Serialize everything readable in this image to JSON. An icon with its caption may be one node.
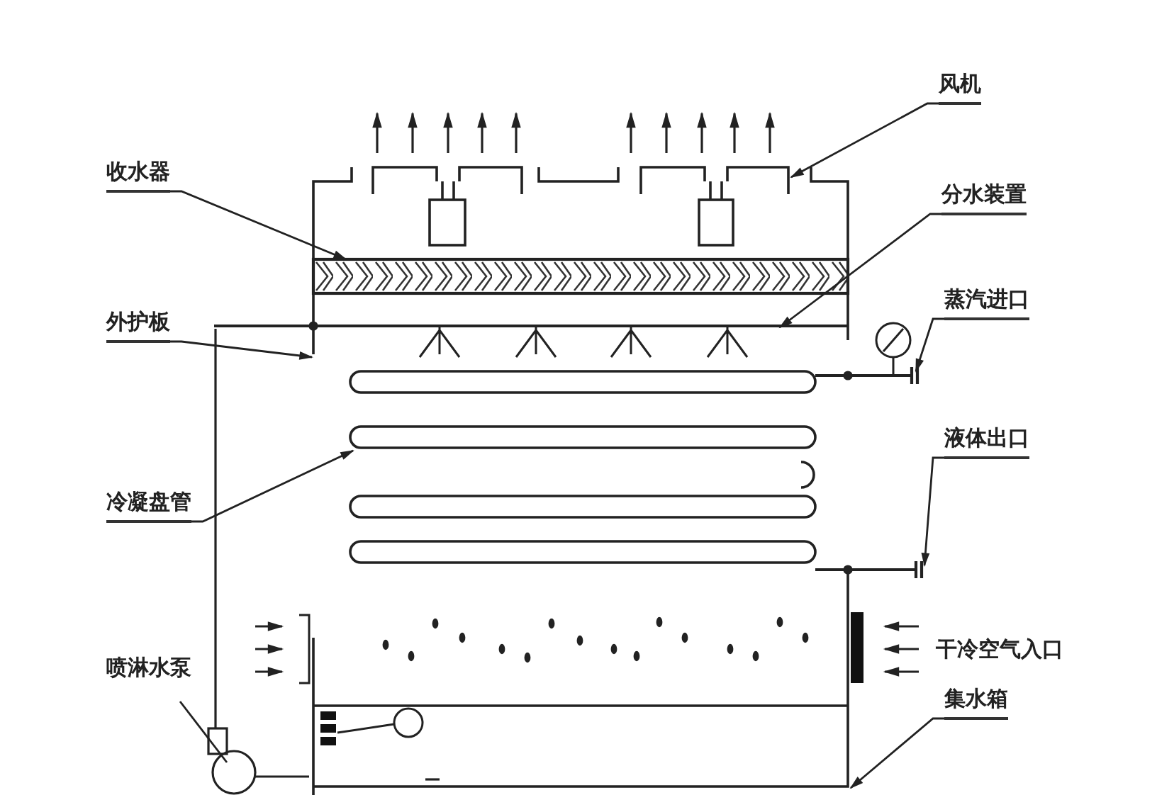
{
  "diagram": {
    "nodes": [
      {
        "text": [
          "风机"
        ]
      },
      {
        "text": [
          "收水器"
        ]
      },
      {
        "text": [
          "分水装置"
        ]
      },
      {
        "text": [
          "外护板"
        ]
      },
      {
        "text": [
          "蒸汽进口"
        ]
      },
      {
        "text": [
          "冷凝盘管"
        ]
      },
      {
        "text": [
          "液体出口"
        ]
      },
      {
        "text": [
          "喷淋水泵"
        ]
      },
      {
        "text": [
          "集水箱"
        ]
      },
      {
        "text": [],
        "shape": "box"
      },
      {
        "text": [],
        "shape": "bar"
      },
      {
        "text": [],
        "shape": "bar"
      },
      {
        "text": [],
        "shape": "box"
      },
      {
        "text": [],
        "shape": "bar"
      },
      {
        "text": [],
        "shape": "box"
      },
      {
        "text": [],
        "shape": "bar"
      },
      {
        "text": [],
        "shape": "circle"
      },
      {
        "text": [],
        "shape": "box"
      }
    ],
    "edges": [
      {
        "from": 0,
        "to": 9,
        "arrow": "to"
      },
      {
        "from": 1,
        "to": 10,
        "arrow": "to"
      },
      {
        "from": 2,
        "to": 11,
        "arrow": "to"
      },
      {
        "from": 3,
        "to": 12,
        "arrow": "to"
      },
      {
        "from": 4,
        "to": 13,
        "arrow": "to"
      },
      {
        "from": 5,
        "to": 14,
        "arrow": "to"
      },
      {
        "from": 6,
        "to": 15,
        "arrow": "to"
      },
      {
        "from": 7,
        "to": 16,
        "arrow": "none"
      },
      {
        "from": 8,
        "to": 17,
        "arrow": "to"
      }
    ],
    "labels": [
      "干冷空气入口"
    ]
  }
}
